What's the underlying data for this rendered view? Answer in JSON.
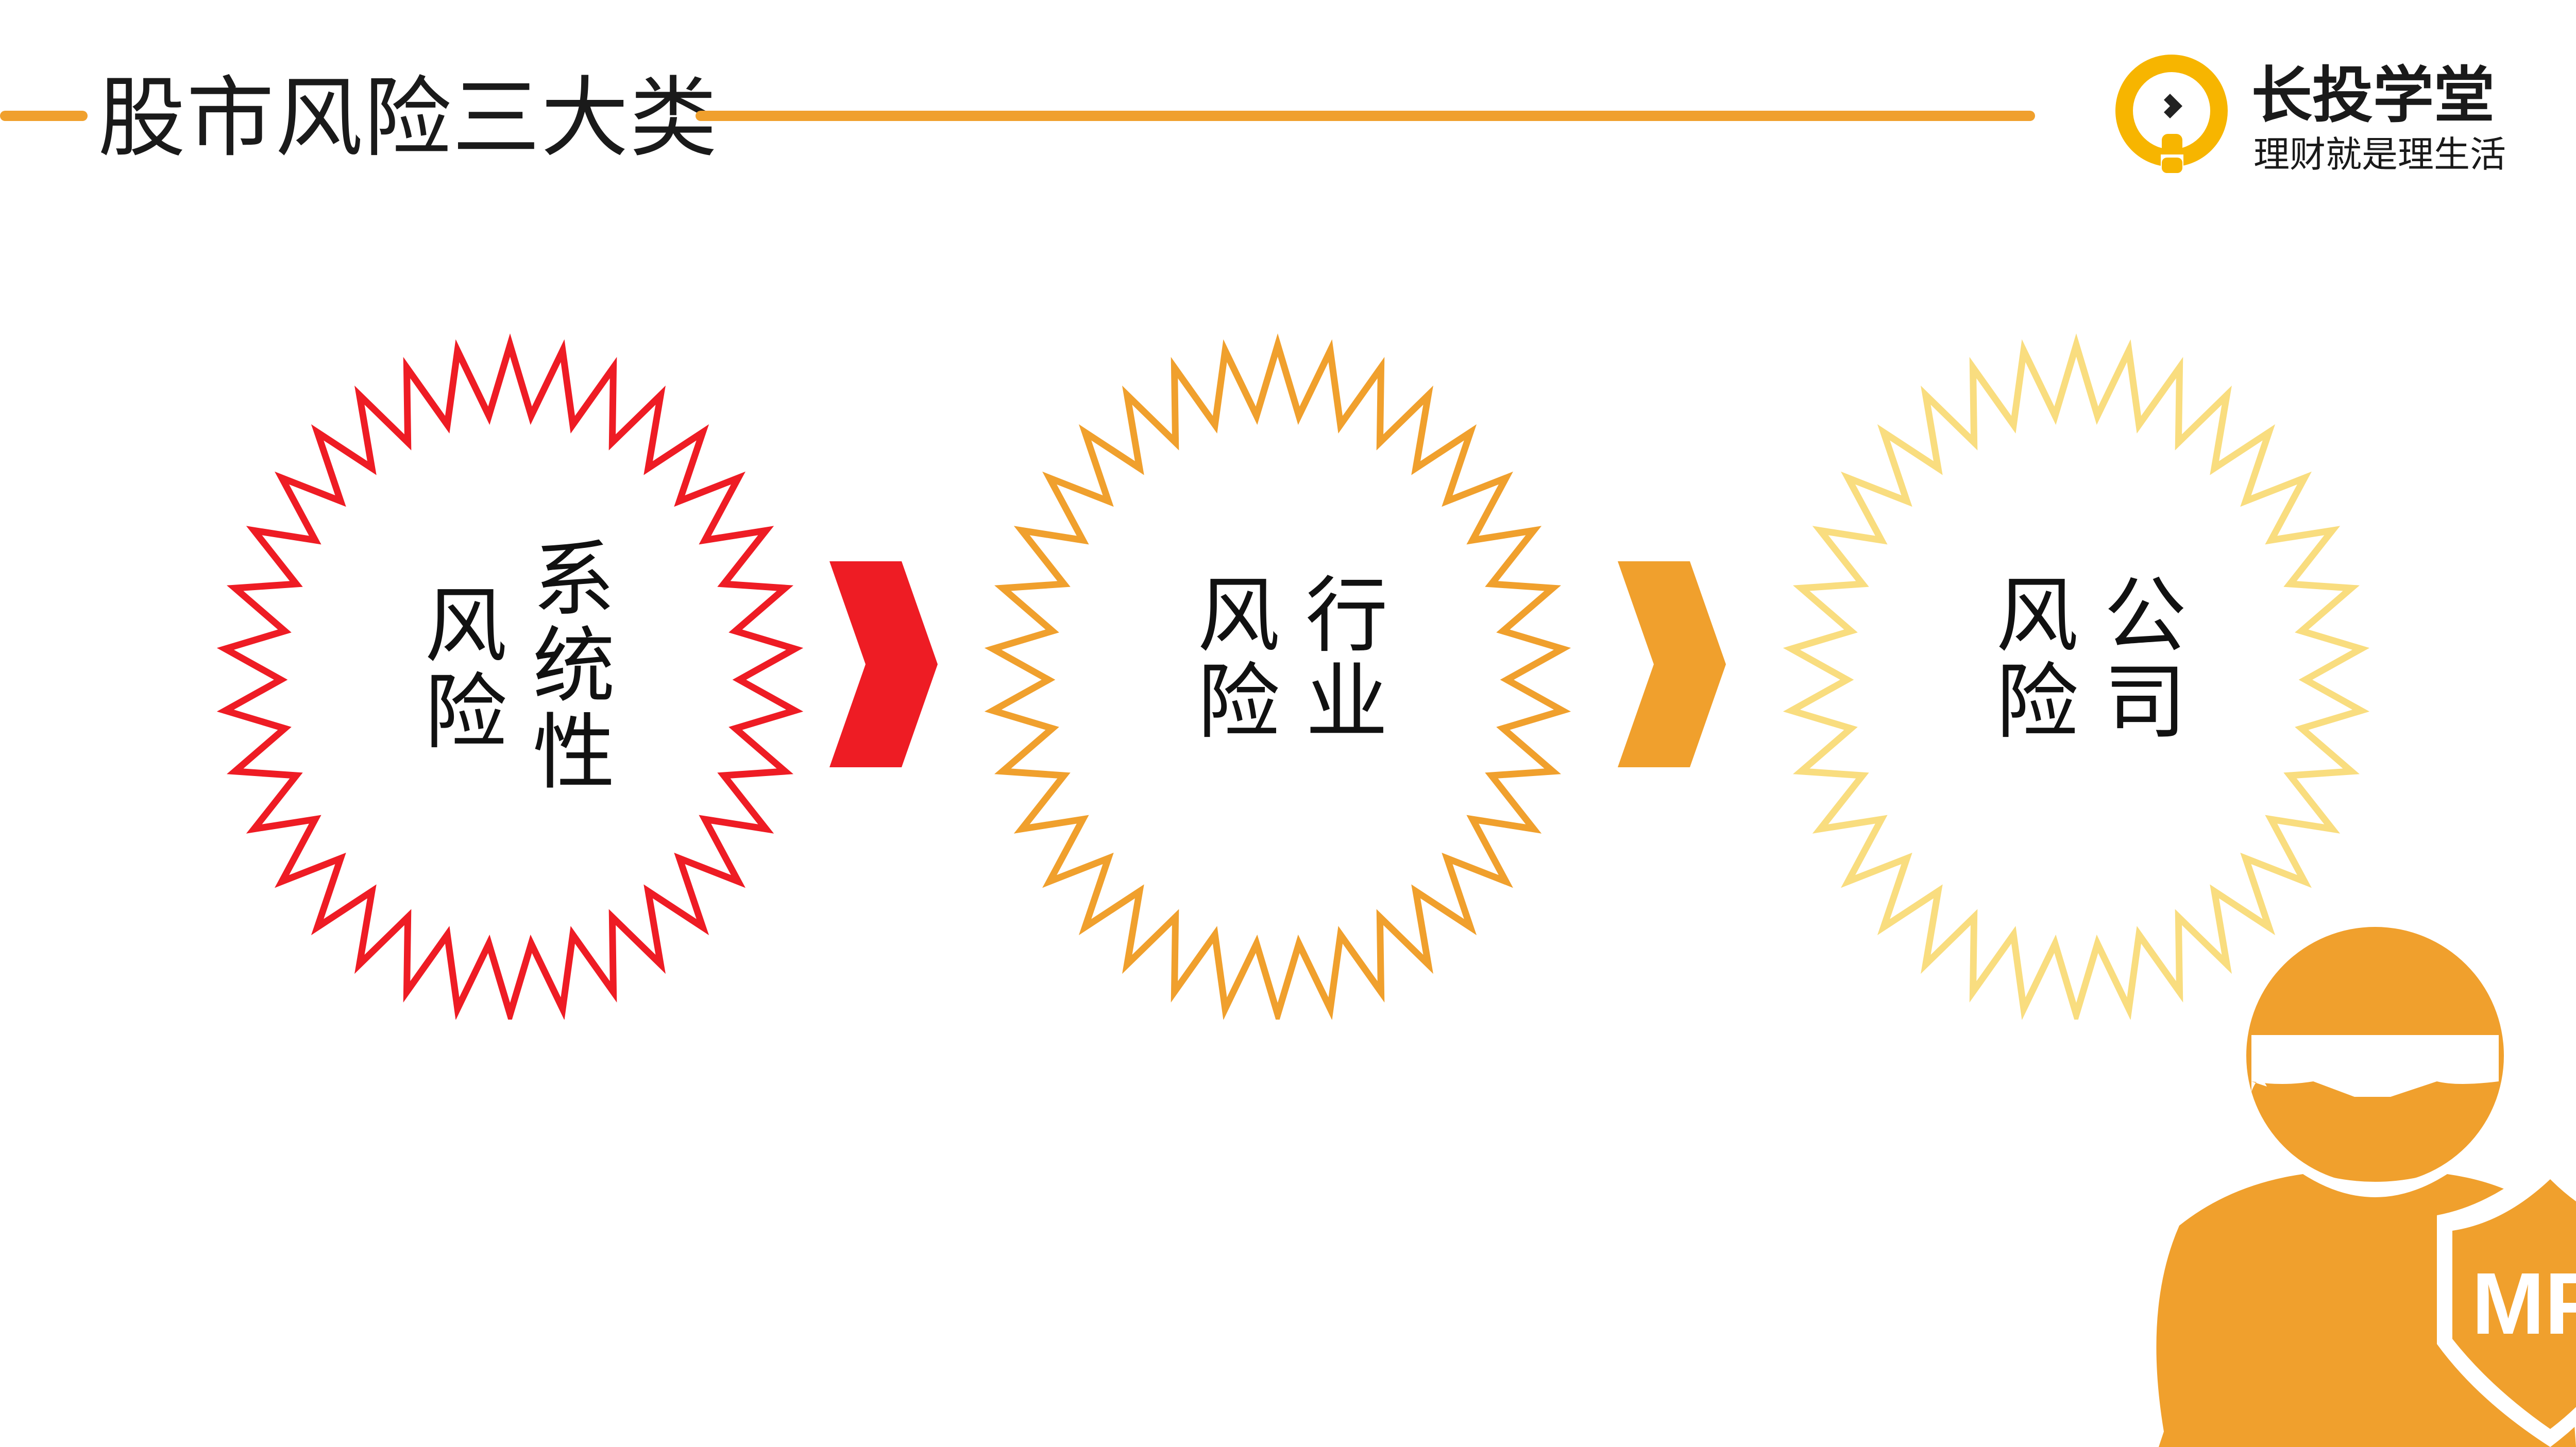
{
  "slide": {
    "title": "股市风险三大类",
    "logo": {
      "name": "长投学堂",
      "slogan": "理财就是理生活",
      "icon": "lightbulb-icon"
    },
    "stages": [
      {
        "line1": "系统性",
        "line2": "风险",
        "color": "#ee1c24"
      },
      {
        "line1": "行业",
        "line2": "风险",
        "color": "#f0a02d"
      },
      {
        "line1": "公司",
        "line2": "风险",
        "color": "#f9dd7f"
      }
    ],
    "arrows": [
      {
        "icon": "chevron-right-icon",
        "color": "#ee1c24"
      },
      {
        "icon": "chevron-right-icon",
        "color": "#f0a02d"
      }
    ],
    "mascot": {
      "icon": "user-shield-icon",
      "badge": "MP",
      "color": "#f0a02d"
    },
    "accent_color": "#f0a02d"
  }
}
